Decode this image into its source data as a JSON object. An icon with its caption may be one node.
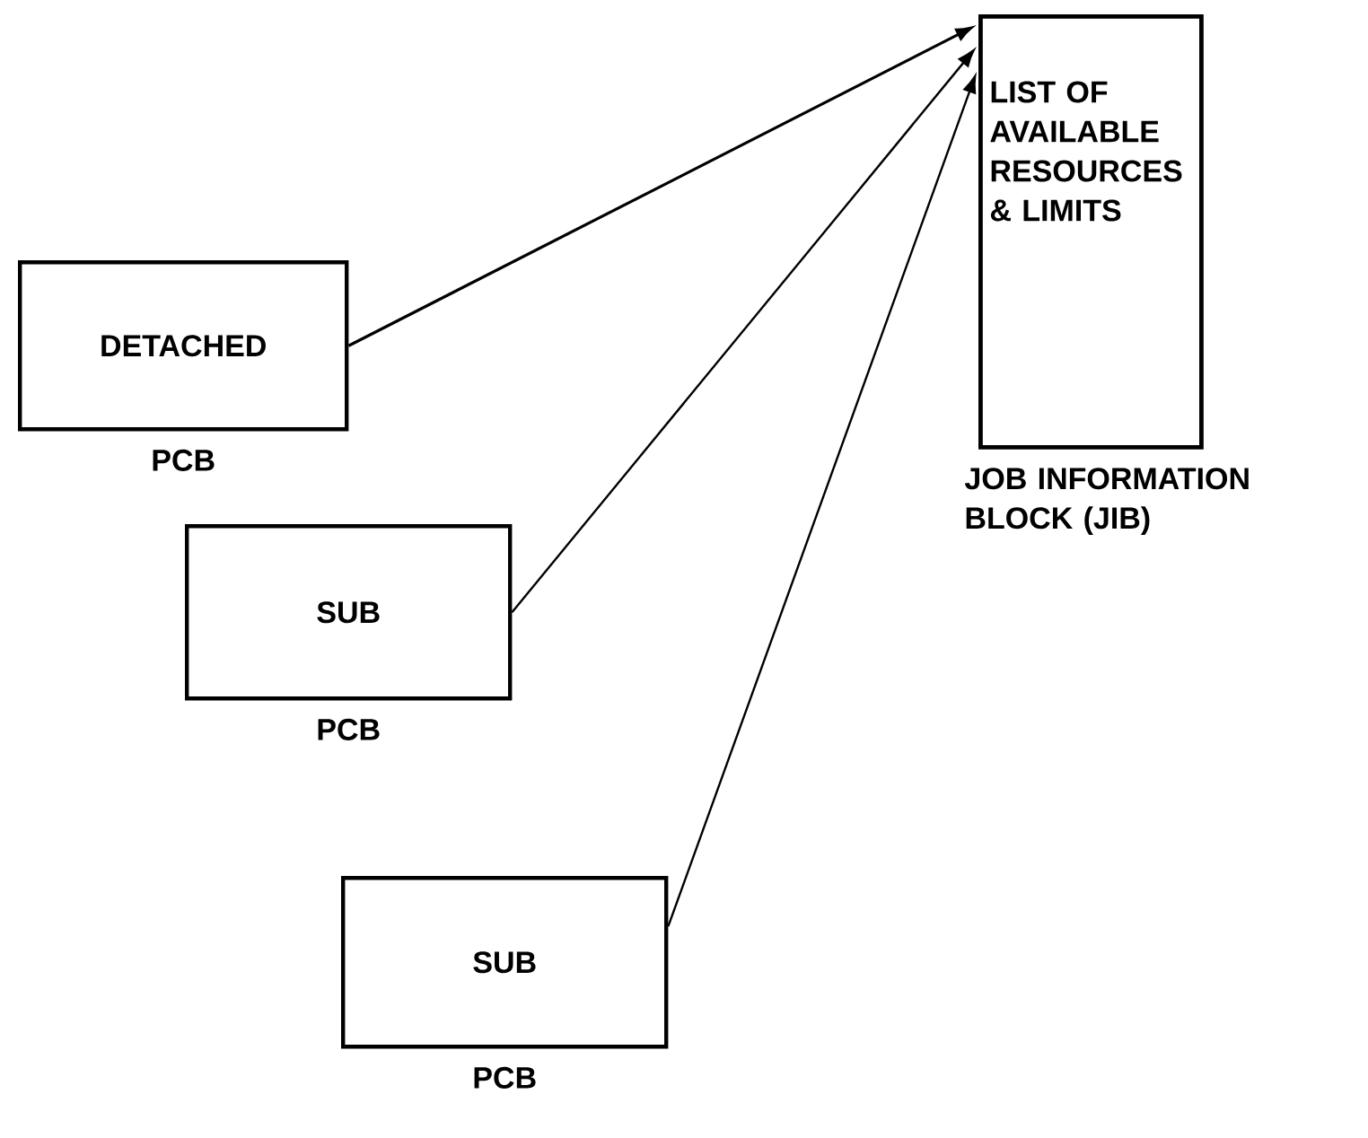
{
  "diagram": {
    "nodes": [
      {
        "text": [
          "DETACHED"
        ],
        "beside": [
          "PCB"
        ]
      },
      {
        "text": [
          "SUB"
        ],
        "beside": [
          "PCB"
        ]
      },
      {
        "text": [
          "SUB"
        ],
        "beside": [
          "PCB"
        ]
      },
      {
        "text": [
          "LIST OF AVAILABLE RESOURCES & LIMITS"
        ],
        "beside": [
          "JOB INFORMATION BLOCK (JIB)"
        ]
      }
    ],
    "edges": [
      {
        "from": 0,
        "to": 3,
        "arrow": "to"
      },
      {
        "from": 1,
        "to": 3,
        "arrow": "to"
      },
      {
        "from": 2,
        "to": 3,
        "arrow": "to"
      }
    ]
  }
}
